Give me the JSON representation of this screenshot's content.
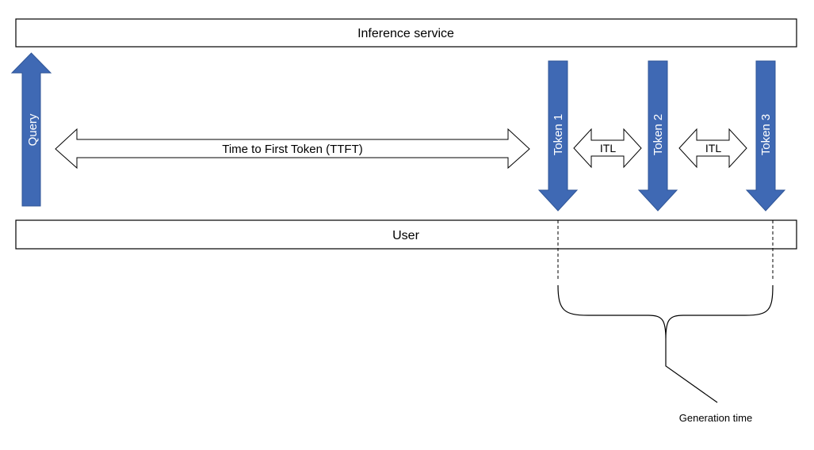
{
  "labels": {
    "service": "Inference service",
    "user": "User",
    "query": "Query",
    "ttft": "Time to First Token (TTFT)",
    "token1": "Token 1",
    "token2": "Token 2",
    "token3": "Token 3",
    "itl1": "ITL",
    "itl2": "ITL",
    "generation": "Generation time"
  },
  "colors": {
    "arrow_fill": "#3f69b4",
    "arrow_edge": "#2f5597"
  }
}
